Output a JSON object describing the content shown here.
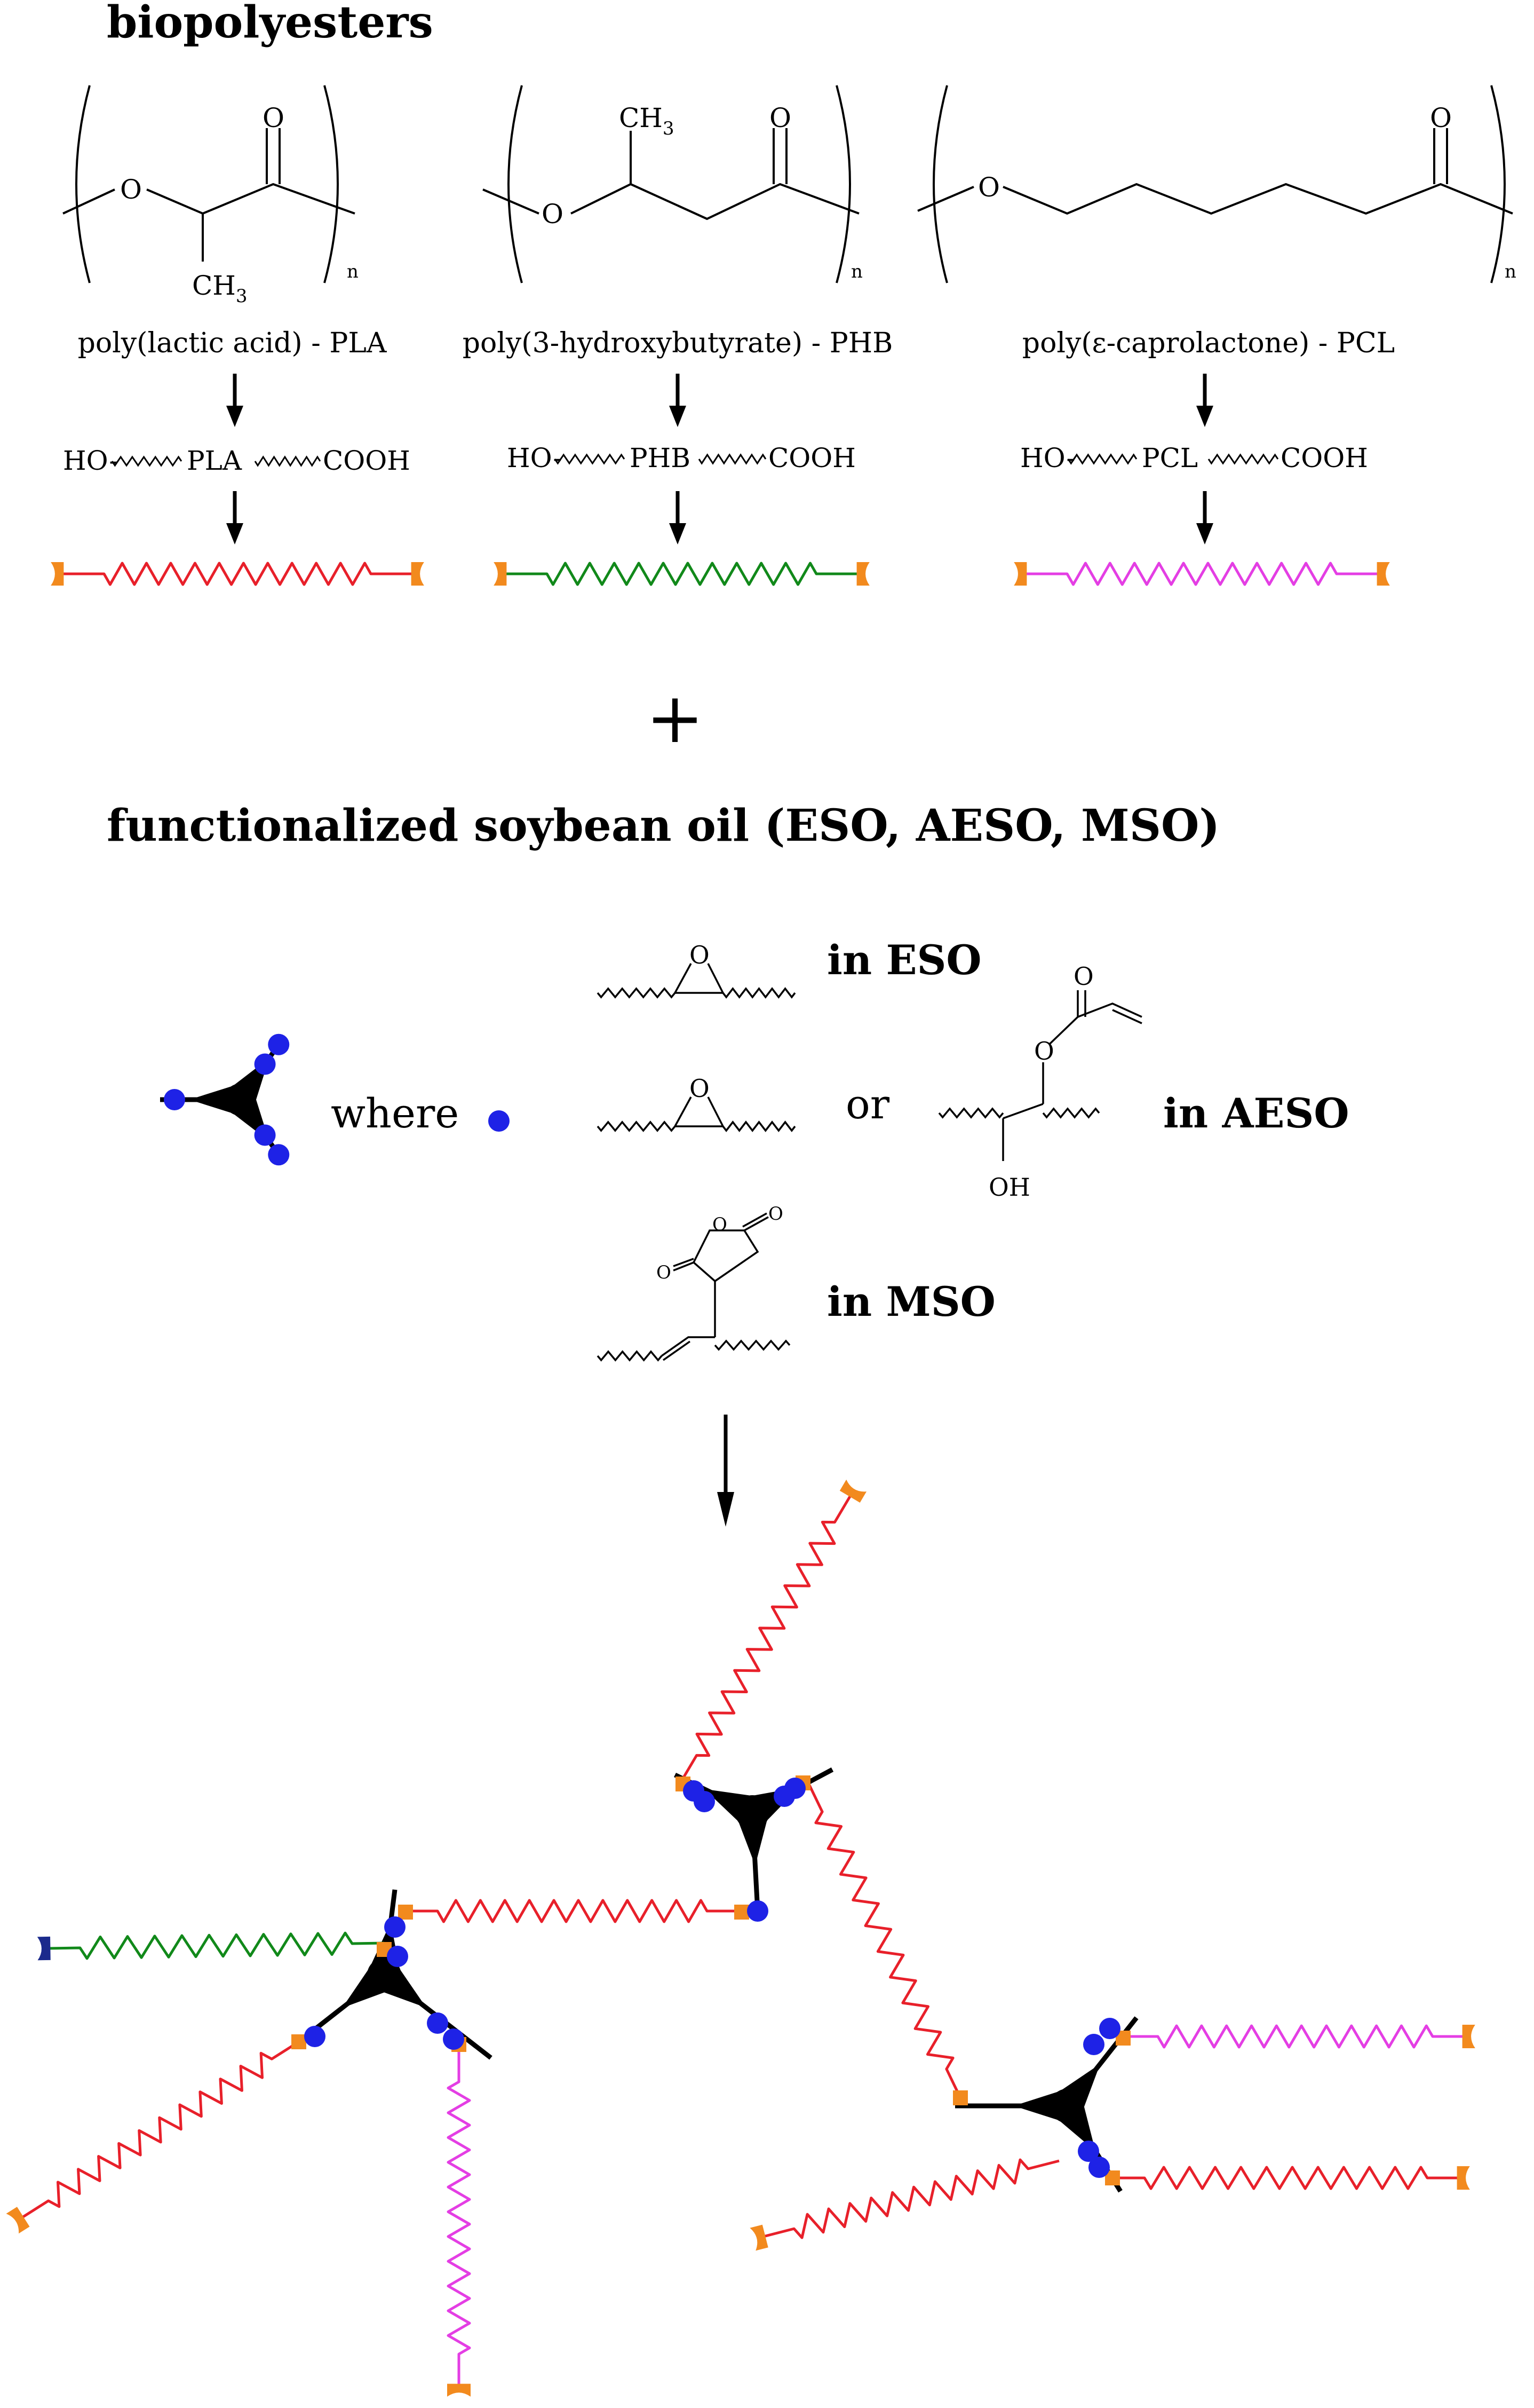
{
  "headings": {
    "biopolyesters": "biopolyesters",
    "plus": "+",
    "soybean": "functionalized soybean oil (ESO, AESO, MSO)"
  },
  "polymers": [
    {
      "key": "PLA",
      "name": "poly(lactic acid) - PLA",
      "chain_start": "HO-",
      "chain_label": "PLA",
      "chain_end": "COOH",
      "substituent": "CH",
      "subscript": "3",
      "repeat": "n",
      "color": "#e8202a"
    },
    {
      "key": "PHB",
      "name": "poly(3-hydroxybutyrate) - PHB",
      "chain_start": "HO-",
      "chain_label": "PHB",
      "chain_end": "COOH",
      "substituent": "CH",
      "subscript": "3",
      "repeat": "n",
      "color": "#11891a"
    },
    {
      "key": "PCL",
      "name": "poly(ε-caprolactone) - PCL",
      "chain_start": "HO-",
      "chain_label": "PCL",
      "chain_end": "COOH",
      "repeat": "n",
      "color": "#e43ee4"
    }
  ],
  "atoms": {
    "oxygen": "O",
    "oh": "OH"
  },
  "legend": {
    "where": "where",
    "or": "or",
    "in_eso": "in ESO",
    "in_aeso": "in AESO",
    "in_mso": "in MSO"
  },
  "colors": {
    "pla": "#e8202a",
    "phb": "#11891a",
    "pcl": "#e43ee4",
    "end_cap": "#f28a1e",
    "end_cap_blue": "#1b2a8c",
    "site": "#1e22e6",
    "core": "#000000",
    "text": "#000000"
  },
  "icons": {
    "down_arrow": "down-arrow-icon",
    "functional_site": "blue-dot-icon",
    "triglyceride_core": "three-arm-core-icon",
    "end_group": "end-cap-icon"
  }
}
